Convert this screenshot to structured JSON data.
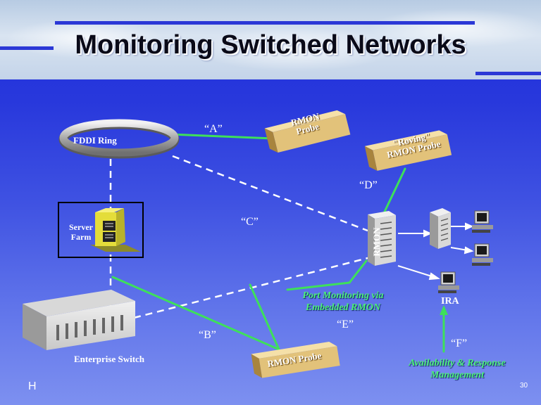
{
  "slide": {
    "title": "Monitoring Switched Networks",
    "footer_letter": "H",
    "page_number": "30"
  },
  "colors": {
    "background_top": "#1f2fd9",
    "background_bottom": "#7d90f0",
    "link_green": "#3ee05a",
    "dashed_link": "#ffffff",
    "probe": "#e2c27a",
    "note_text": "#4cf078"
  },
  "nodes": {
    "fddi_ring": "FDDI Ring",
    "server_farm": [
      "Server",
      "Farm"
    ],
    "enterprise_switch": "Enterprise Switch",
    "rmon_probe_top": [
      "RMON",
      "Probe"
    ],
    "roving_probe": [
      "\"Roving\"",
      "RMON Probe"
    ],
    "rmon_probe_bottom": "RMON Probe",
    "rmon_switch": "RMON",
    "ira": "IRA"
  },
  "connections": {
    "a": "“A”",
    "b": "“B”",
    "c": "“C”",
    "d": "“D”",
    "e": "“E”",
    "f": "“F”"
  },
  "notes": {
    "port_monitoring": [
      "Port Monitoring via",
      "Embedded RMON"
    ],
    "availability": [
      "Availability & Response",
      "Management"
    ]
  }
}
